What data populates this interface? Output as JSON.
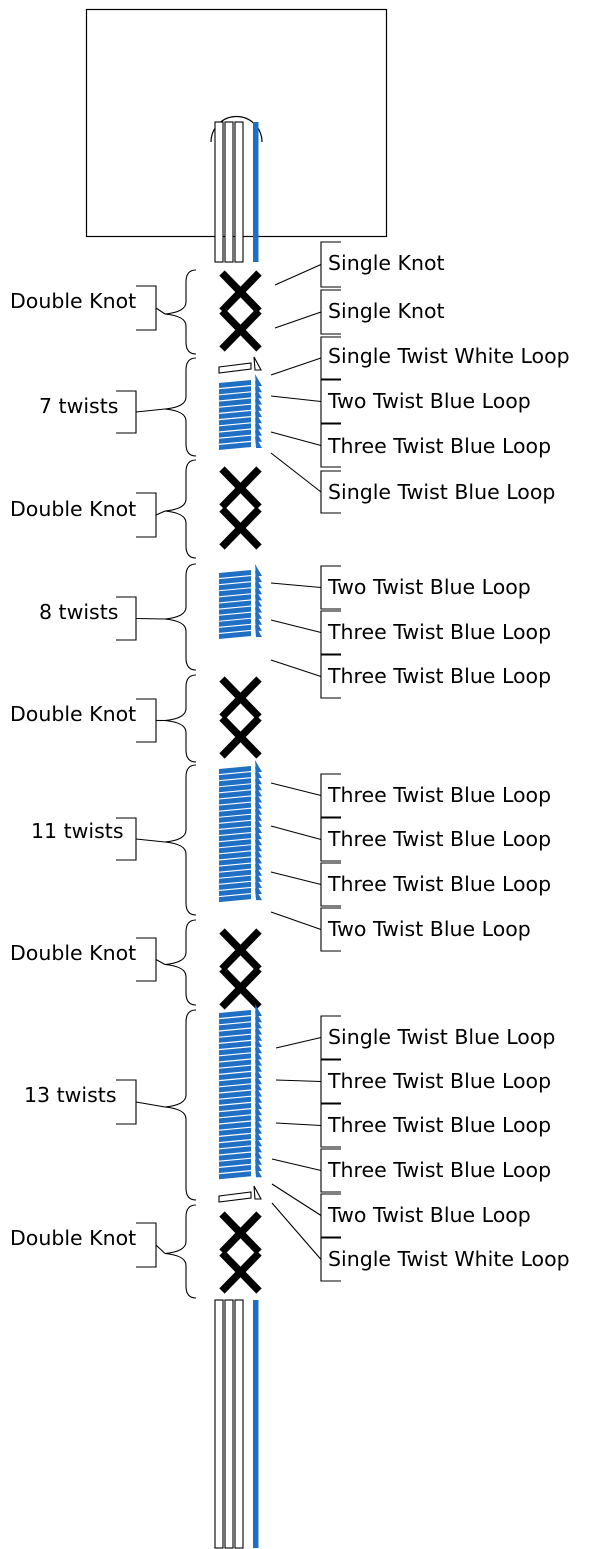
{
  "colors": {
    "blue": "#1f6fc5",
    "ink": "#000000",
    "paper": "#ffffff"
  },
  "cord": {
    "strand_count": 4,
    "strand_colors": [
      "white",
      "white",
      "white",
      "blue"
    ]
  },
  "groups": [
    {
      "label": "Double Knot"
    },
    {
      "label": "7 twists"
    },
    {
      "label": "Double Knot"
    },
    {
      "label": "8 twists"
    },
    {
      "label": "Double Knot"
    },
    {
      "label": "11 twists"
    },
    {
      "label": "Double Knot"
    },
    {
      "label": "13 twists"
    },
    {
      "label": "Double Knot"
    }
  ],
  "callouts": [
    {
      "label": "Single Knot"
    },
    {
      "label": "Single Knot"
    },
    {
      "label": "Single Twist White Loop"
    },
    {
      "label": "Two Twist Blue Loop"
    },
    {
      "label": "Three Twist Blue Loop"
    },
    {
      "label": "Single Twist Blue Loop"
    },
    {
      "label": "Two Twist Blue Loop"
    },
    {
      "label": "Three Twist Blue Loop"
    },
    {
      "label": "Three Twist Blue Loop"
    },
    {
      "label": "Three Twist Blue Loop"
    },
    {
      "label": "Three Twist Blue Loop"
    },
    {
      "label": "Three Twist Blue Loop"
    },
    {
      "label": "Two Twist Blue Loop"
    },
    {
      "label": "Single Twist Blue Loop"
    },
    {
      "label": "Three Twist Blue Loop"
    },
    {
      "label": "Three Twist Blue Loop"
    },
    {
      "label": "Three Twist Blue Loop"
    },
    {
      "label": "Two Twist Blue Loop"
    },
    {
      "label": "Single Twist White Loop"
    }
  ]
}
